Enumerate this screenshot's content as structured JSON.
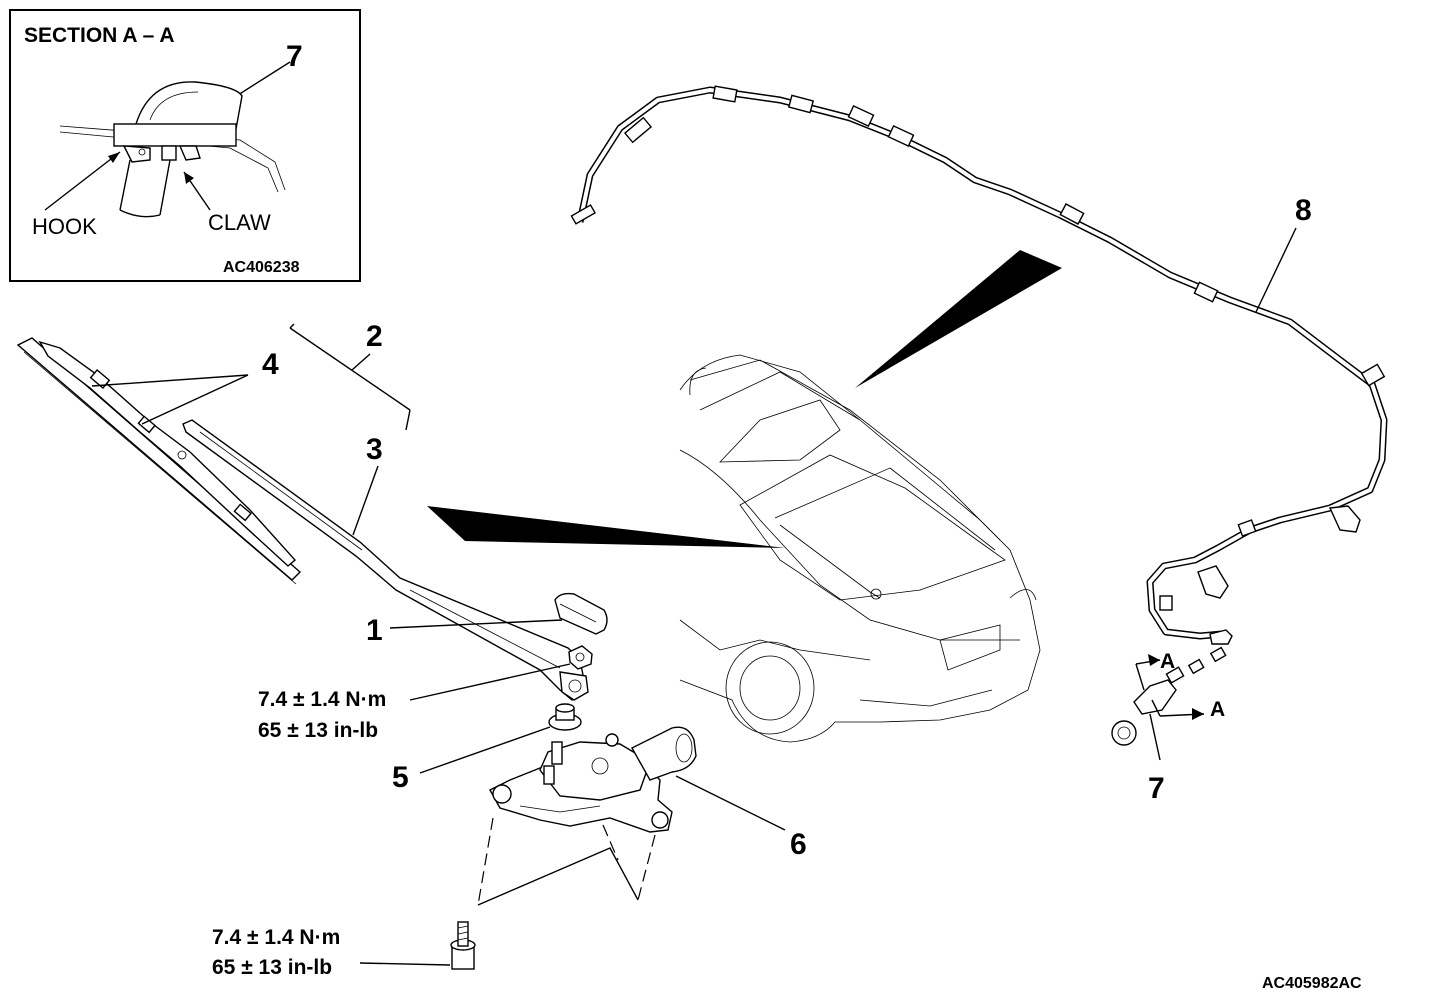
{
  "inset": {
    "title": "SECTION A – A",
    "part_number": "7",
    "hook_label": "HOOK",
    "claw_label": "CLAW",
    "code": "AC406238"
  },
  "callouts": {
    "n1": "1",
    "n2": "2",
    "n3": "3",
    "n4": "4",
    "n5": "5",
    "n6": "6",
    "n7": "7",
    "n8": "8"
  },
  "torque_arm": {
    "metric": "7.4 ± 1.4 N·m",
    "imperial": "65 ± 13 in-lb"
  },
  "torque_bolt": {
    "metric": "7.4 ± 1.4 N·m",
    "imperial": "65 ± 13 in-lb"
  },
  "section_marks": {
    "upper": "A",
    "lower": "A"
  },
  "figure_code": "AC405982AC"
}
